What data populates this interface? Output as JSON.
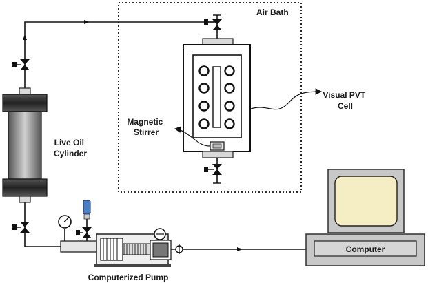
{
  "labels": {
    "air_bath": "Air Bath",
    "visual_pvt_cell_line1": "Visual PVT",
    "visual_pvt_cell_line2": "Cell",
    "magnetic_stirrer_line1": "Magnetic",
    "magnetic_stirrer_line2": "Stirrer",
    "live_oil_cylinder_line1": "Live Oil",
    "live_oil_cylinder_line2": "Cylinder",
    "computerized_pump": "Computerized Pump",
    "computer": "Computer"
  },
  "colors": {
    "line": "#111111",
    "metal": "#d9d9d9",
    "cylinder_dark": "#3a3a3a",
    "monitor_screen": "#f5edc4",
    "monitor_body": "#c8c8c8",
    "pump_gauge_blue": "#4a7fc8"
  },
  "icons": [
    "valve-icon",
    "pressure-gauge-icon",
    "hand-wheel-icon"
  ]
}
